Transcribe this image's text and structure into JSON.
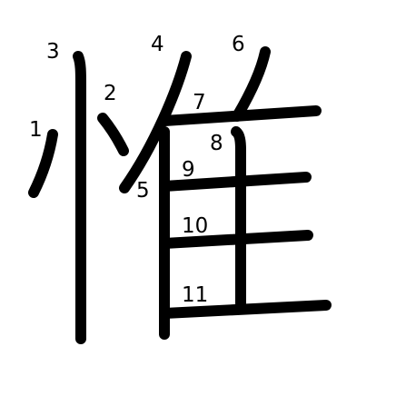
{
  "diagram": {
    "character": "惟",
    "stroke_color": "#000000",
    "background": "#ffffff",
    "stroke_numbers": [
      "1",
      "2",
      "3",
      "4",
      "5",
      "6",
      "7",
      "8",
      "9",
      "10",
      "11"
    ]
  }
}
